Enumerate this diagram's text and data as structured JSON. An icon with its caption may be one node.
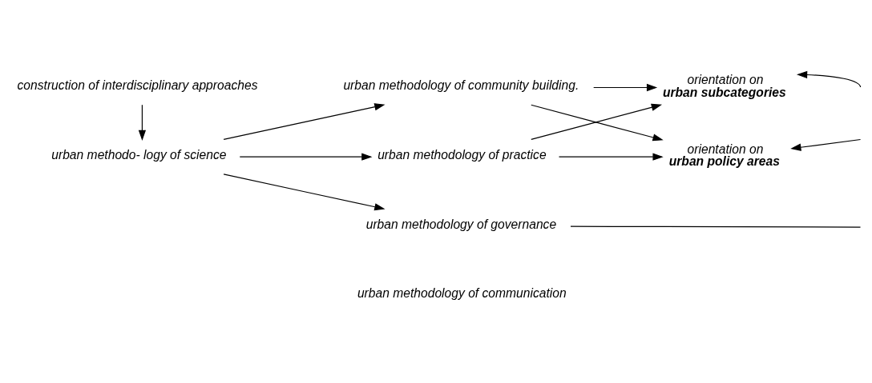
{
  "diagram": {
    "nodes": [
      {
        "text": [
          "urban methodo- logy of science"
        ]
      },
      {
        "text": [
          "urban methodology of community building."
        ]
      },
      {
        "text": [
          "urban methodology of practice"
        ]
      },
      {
        "text": [
          "urban methodology of governance"
        ]
      },
      {
        "text": [
          "orientation on",
          "urban subcategories"
        ]
      },
      {
        "text": [
          "orientation on",
          "urban policy areas"
        ]
      },
      {
        "text": [
          "construction of interdisciplinary approaches"
        ]
      },
      {
        "text": [
          "urban methodology of communication"
        ]
      }
    ],
    "edges": [
      {
        "from": 6,
        "to": 0,
        "arrow": "to"
      },
      {
        "from": 0,
        "to": 1,
        "arrow": "to"
      },
      {
        "from": 0,
        "to": 2,
        "arrow": "to"
      },
      {
        "from": 0,
        "to": 3,
        "arrow": "to"
      },
      {
        "from": 1,
        "to": 4,
        "arrow": "to"
      },
      {
        "from": 1,
        "to": 5,
        "arrow": "to"
      },
      {
        "from": 2,
        "to": 5,
        "arrow": "to"
      },
      {
        "from": 2,
        "to": 4,
        "arrow": "to"
      },
      {
        "from": null,
        "to": 4,
        "arrow": "to"
      },
      {
        "from": null,
        "to": 5,
        "arrow": "to"
      },
      {
        "from": 3,
        "to": null,
        "arrow": "none"
      }
    ]
  }
}
